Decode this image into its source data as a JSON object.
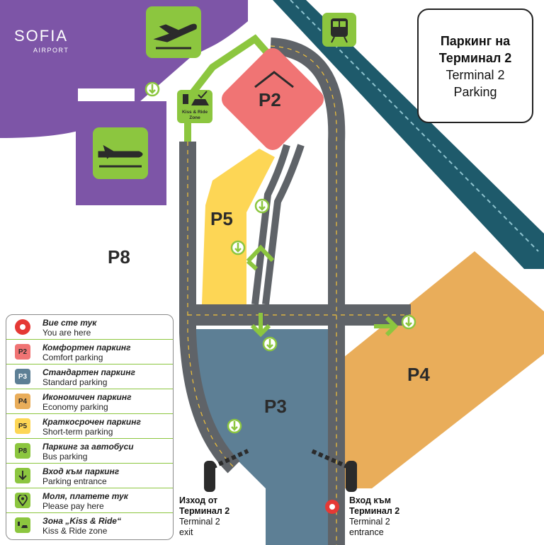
{
  "logo": {
    "brand": "SOFIA",
    "sub": "AIRPORT"
  },
  "title": {
    "bg": "Паркинг на Терминал 2",
    "bg_line1": "Паркинг на",
    "bg_line2": "Терминал 2",
    "en_line1": "Terminal 2",
    "en_line2": "Parking"
  },
  "zones": {
    "p2": "P2",
    "p3": "P3",
    "p4": "P4",
    "p5": "P5",
    "p8": "P8"
  },
  "kiss_ride_sign": {
    "line1": "Kiss & Ride",
    "line2": "Zone"
  },
  "exit": {
    "bg_line1": "Изход от",
    "bg_line2": "Терминал 2",
    "en_line1": "Terminal 2",
    "en_line2": "exit"
  },
  "entrance": {
    "bg_line1": "Вход към",
    "bg_line2": "Терминал 2",
    "en_line1": "Terminal 2",
    "en_line2": "entrance"
  },
  "legend": [
    {
      "symbol": "",
      "bg": "Вие сте тук",
      "en": "You are here"
    },
    {
      "symbol": "P2",
      "bg": "Комфортен паркинг",
      "en": "Comfort parking"
    },
    {
      "symbol": "P3",
      "bg": "Стандартен паркинг",
      "en": "Standard parking"
    },
    {
      "symbol": "P4",
      "bg": "Икономичен паркинг",
      "en": "Economy parking"
    },
    {
      "symbol": "P5",
      "bg": "Краткосрочен паркинг",
      "en": "Short-term parking"
    },
    {
      "symbol": "P8",
      "bg": "Паркинг за автобуси",
      "en": "Bus parking"
    },
    {
      "symbol": "",
      "bg": "Вход към паркинг",
      "en": "Parking entrance"
    },
    {
      "symbol": "",
      "bg": "Моля, платете тук",
      "en": "Please pay here"
    },
    {
      "symbol": "",
      "bg": "Зона „Kiss & Ride“",
      "en": "Kiss & Ride zone"
    }
  ],
  "colors": {
    "terminal": "#7d55a7",
    "green": "#8cc63f",
    "p2": "#f07474",
    "p3": "#5d7f95",
    "p4": "#e9ad5a",
    "p5": "#fdd655",
    "road": "#5f6368",
    "rail": "#1e5a6b",
    "marker_red": "#e53935"
  }
}
